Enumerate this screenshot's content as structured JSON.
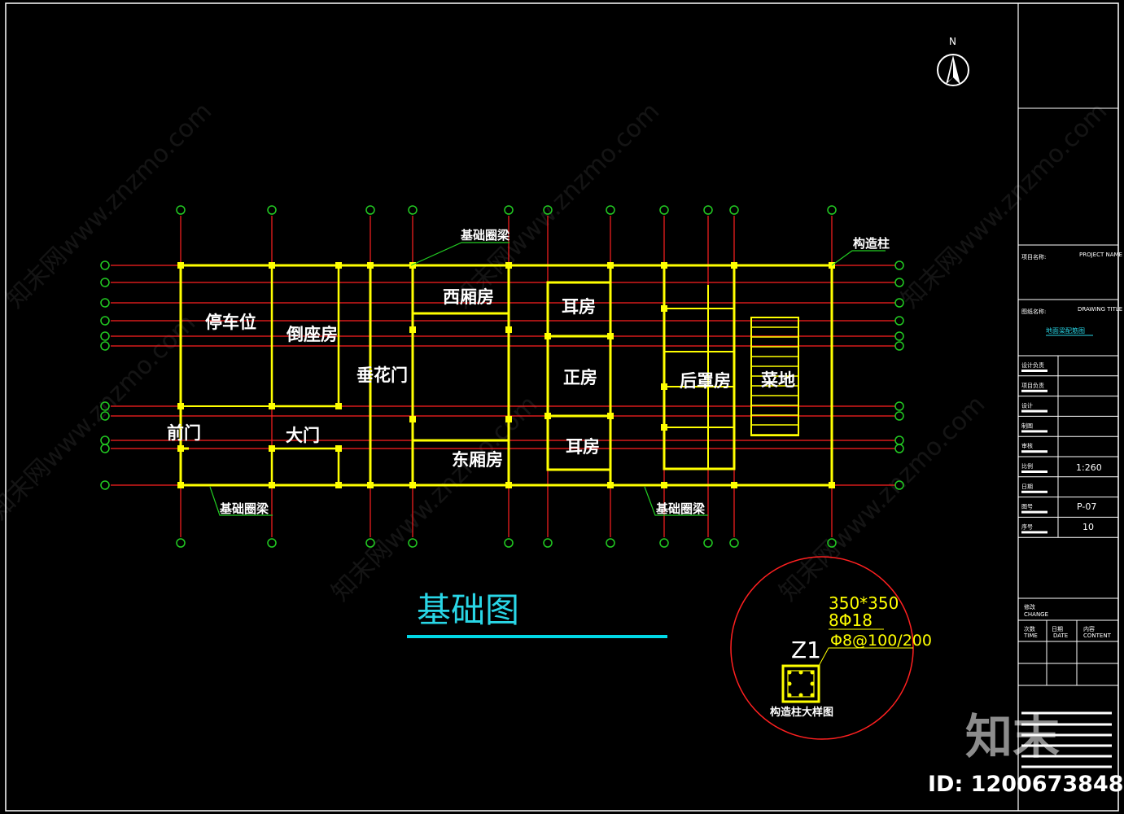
{
  "drawing": {
    "title": "基础图",
    "north_label": "N",
    "rooms": {
      "parking": "停车位",
      "daozuo": "倒座房",
      "chuihua": "垂花门",
      "xixiang": "西厢房",
      "dongxiang": "东厢房",
      "erfang_top": "耳房",
      "zhengfang": "正房",
      "erfang_bottom": "耳房",
      "houzhao": "后罩房",
      "caidi": "菜地",
      "qianmen": "前门",
      "damen": "大门"
    },
    "annotations": {
      "beam_top": "基础圈梁",
      "beam_bottom_left": "基础圈梁",
      "beam_bottom_right": "基础圈梁",
      "column": "构造柱"
    },
    "detail": {
      "tag": "Z1",
      "size": "350*350",
      "rebar": "8Φ18",
      "stirrup": "Φ8@100/200",
      "caption": "构造柱大样图"
    }
  },
  "title_block": {
    "project_label": "项目名称:",
    "project_label_en": "PROJECT NAME",
    "drawing_label": "图纸名称:",
    "drawing_label_en": "DRAWING TITLE",
    "drawing_name": "地面梁配筋图",
    "rows": [
      "设计负责",
      "项目负责",
      "设计",
      "制图",
      "审核",
      "比例",
      "日期",
      "图号",
      "序号"
    ],
    "scale": "1:260",
    "drawing_no": "P-07",
    "sheet_no": "10",
    "change_label": "修改",
    "change_label_en": "CHANGE",
    "col_time": "次数",
    "col_time_en": "TIME",
    "col_date": "日期",
    "col_date_en": "DATE",
    "col_content": "内容",
    "col_content_en": "CONTENT"
  },
  "watermark": {
    "logo": "知末",
    "id": "ID: 1200673848",
    "site": "知末网www.znzmo.com"
  },
  "colors": {
    "background": "#000000",
    "grid_vertical": "#ff2020",
    "grid_horizontal": "#ff2020",
    "grid_bubble": "#22cc22",
    "wall": "#ffff00",
    "border": "#ffffff",
    "title_text": "#29d6e6",
    "title_underline": "#00d8e6",
    "detail_circle": "#ff2020",
    "detail_text": "#ffff00",
    "leader": "#22cc22"
  }
}
